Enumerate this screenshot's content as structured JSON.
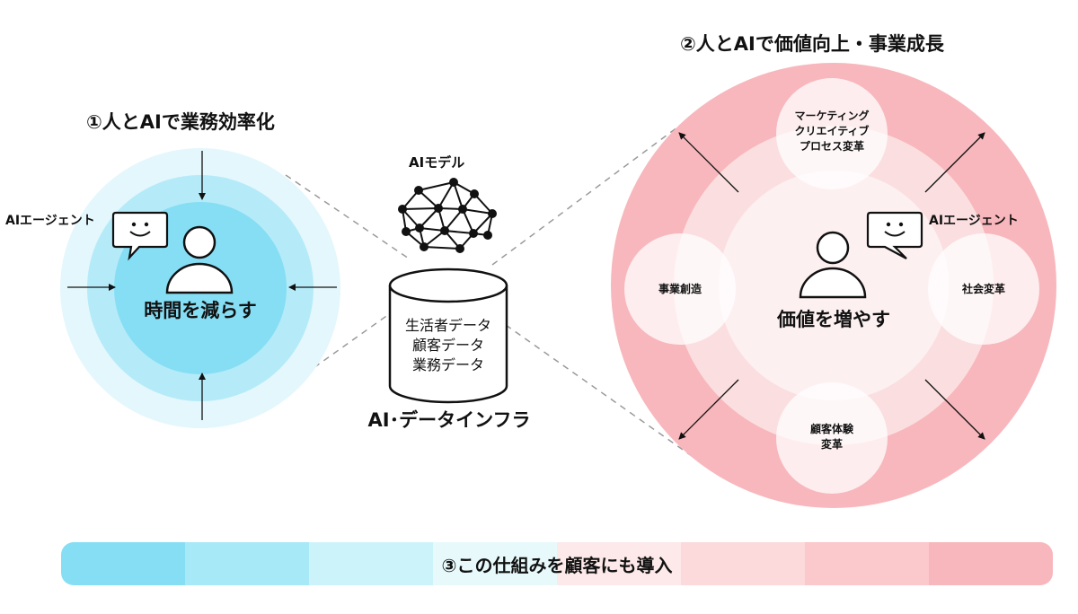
{
  "left": {
    "heading": "①人とAIで業務効率化",
    "agent_label": "AIエージェント",
    "center_label": "時間を減らす",
    "colors": {
      "outer": "#e4f7fc",
      "mid": "#b5ebf8",
      "inner": "#86def4"
    }
  },
  "middle": {
    "model_label": "AIモデル",
    "db_lines": "生活者データ\n顧客データ\n業務データ",
    "infra_label": "AI･データインフラ"
  },
  "right": {
    "heading": "②人とAIで価値向上・事業成長",
    "agent_label": "AIエージェント",
    "center_label": "価値を増やす",
    "top_circle": "マーケティング\nクリエイティブ\nプロセス変革",
    "left_circle": "事業創造",
    "right_circle": "社会変革",
    "bottom_circle": "顧客体験\n変革",
    "colors": {
      "outer": "#f8b7bc",
      "mid": "#fbdfe0",
      "inner": "#fdf0f1"
    }
  },
  "bottom_bar": {
    "label": "③この仕組みを顧客にも導入",
    "segments": [
      "#86def4",
      "#a8e9f7",
      "#cdf3fa",
      "#e8f9fc",
      "#fde9ea",
      "#fcd9db",
      "#fbc8cb",
      "#f8b7bc"
    ]
  }
}
